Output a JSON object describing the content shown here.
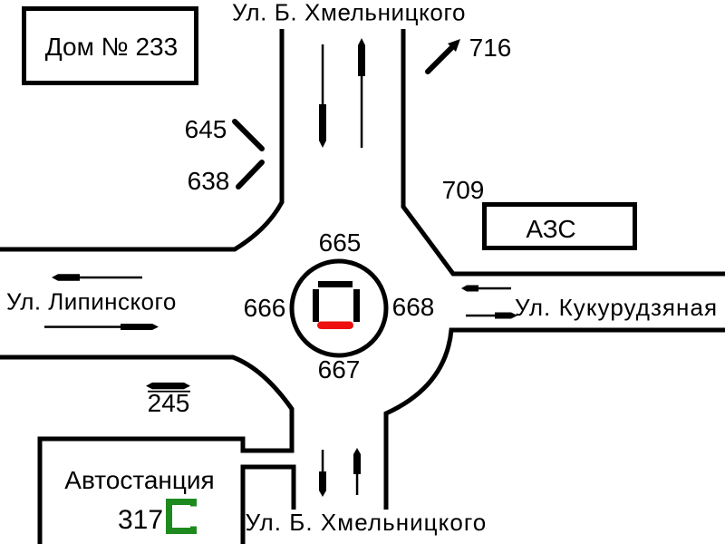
{
  "colors": {
    "line": "#000000",
    "background": "#ffffff",
    "red_signal": "#ee1010",
    "green_signal": "#1e8a1e"
  },
  "streets": {
    "north": "Ул. Б. Хмельницкого",
    "south": "Ул. Б. Хмельницкого",
    "west": "Ул. Липинского",
    "east": "Ул. Кукурудзяная"
  },
  "buildings": {
    "house": "Дом № 233",
    "gas_station": "АЗС",
    "bus_station": "Автостанция"
  },
  "markers": {
    "m645": "645",
    "m638": "638",
    "m716": "716",
    "m709": "709",
    "m665": "665",
    "m666": "666",
    "m667": "667",
    "m668": "668",
    "m245": "245",
    "m317": "317"
  }
}
